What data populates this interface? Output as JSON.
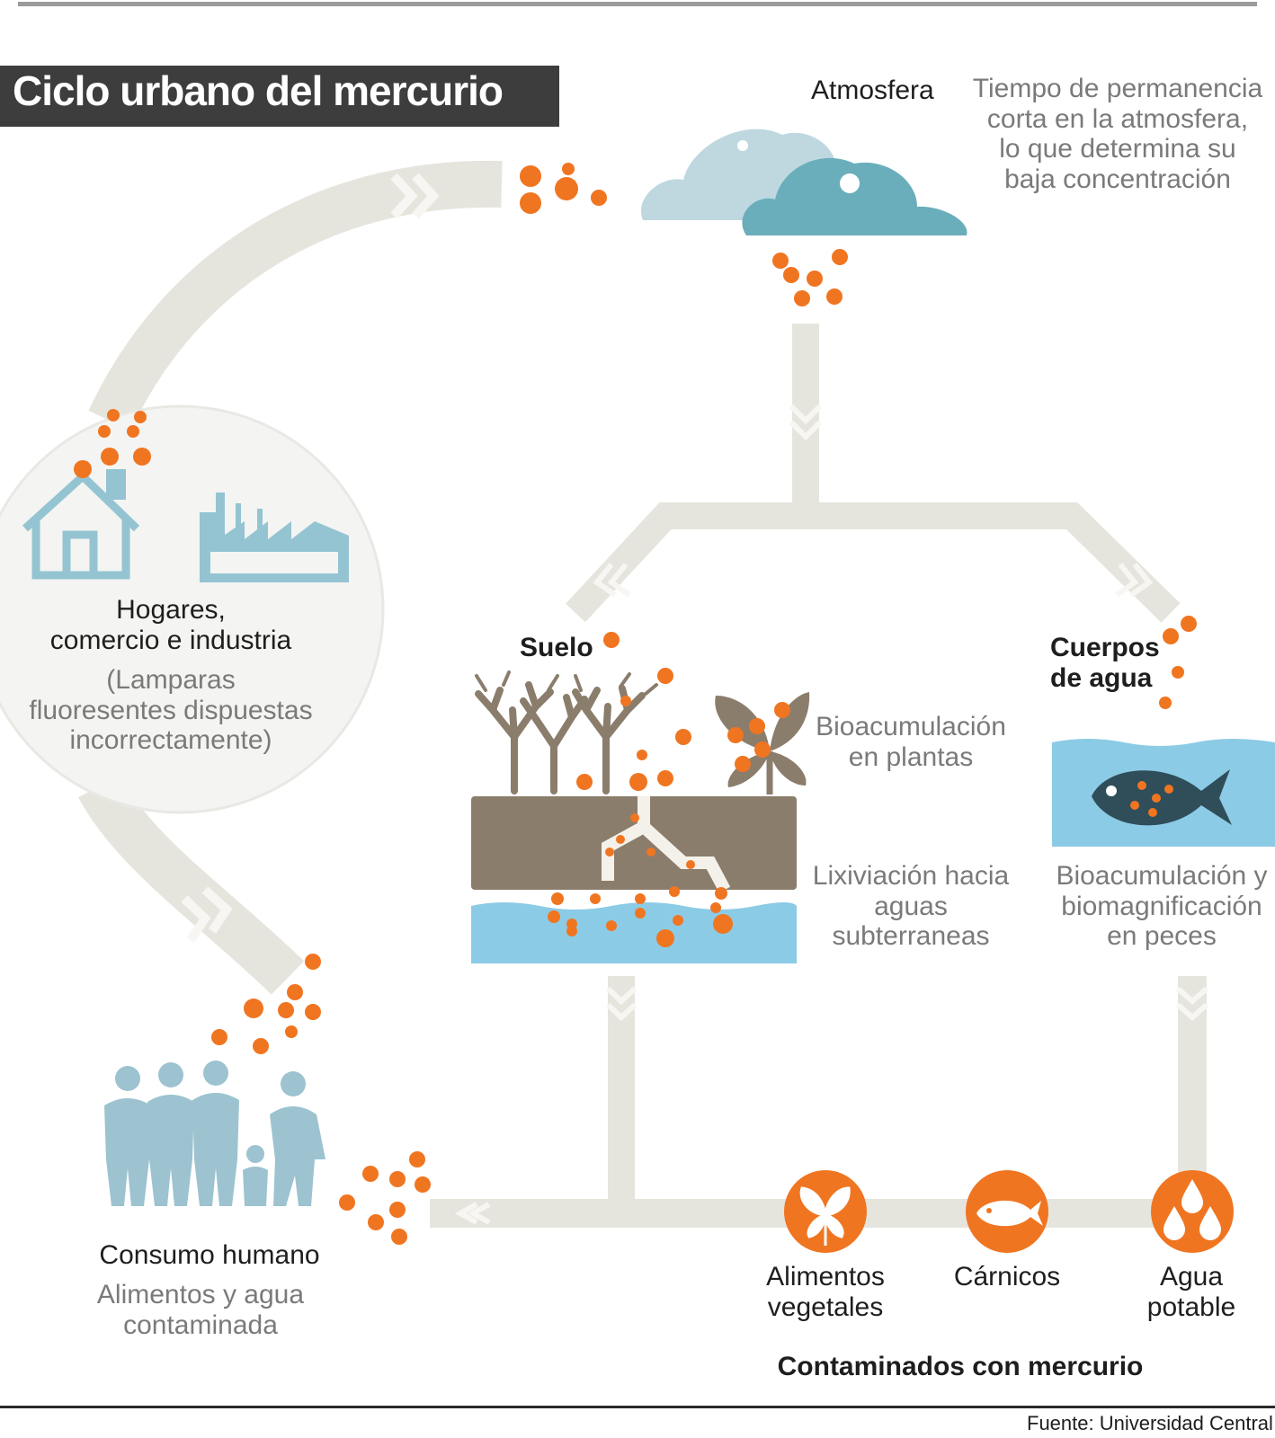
{
  "title": "Ciclo urbano del mercurio",
  "colors": {
    "mercury": "#f07521",
    "arrow_track": "#e6e5dd",
    "arrow_chevron": "#f7f6f2",
    "sky_blue": "#94c4d2",
    "cloud_light": "#bfd8e0",
    "cloud_dark": "#6aaebc",
    "soil": "#8b7d6c",
    "water": "#8ccbe6",
    "fish": "#2f4e5a",
    "people": "#9cc3cf",
    "title_bg": "#3d3d3d"
  },
  "nodes": {
    "atmosfera": {
      "label": "Atmosfera",
      "note": [
        "Tiempo de permanencia",
        "corta en la atmosfera,",
        "lo que determina su",
        "baja concentración"
      ]
    },
    "hogares": {
      "label": [
        "Hogares,",
        "comercio e industria"
      ],
      "note": [
        "(Lamparas",
        "fluoresentes dispuestas",
        "incorrectamente)"
      ]
    },
    "suelo": {
      "label": "Suelo"
    },
    "plantas": {
      "note": [
        "Bioacumulación",
        "en plantas"
      ]
    },
    "lixiviacion": {
      "note": [
        "Lixiviación hacia",
        "aguas",
        "subterraneas"
      ]
    },
    "cuerpos_agua": {
      "label": [
        "Cuerpos",
        "de agua"
      ],
      "note": [
        "Bioacumulación y",
        "biomagnificación",
        "en peces"
      ]
    },
    "consumo": {
      "label": "Consumo humano",
      "note": [
        "Alimentos y agua",
        "contaminada"
      ]
    }
  },
  "products": [
    {
      "label": [
        "Alimentos",
        "vegetales"
      ],
      "icon": "leaf-icon"
    },
    {
      "label": [
        "Cárnicos"
      ],
      "icon": "fish-icon"
    },
    {
      "label": [
        "Agua",
        "potable"
      ],
      "icon": "water-drops-icon"
    }
  ],
  "products_caption": "Contaminados con mercurio",
  "source": "Fuente: Universidad Central"
}
